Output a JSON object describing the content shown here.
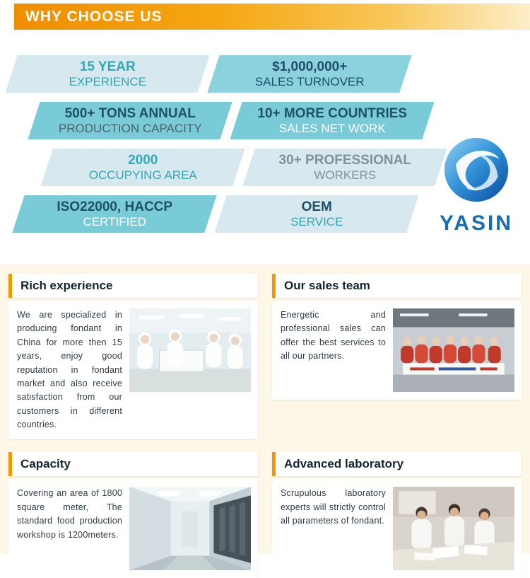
{
  "palette": {
    "orange": "#f39800",
    "teal_light": "#d7e9ef",
    "teal_medium": "#79cbd8",
    "teal_text": "#2fa9b7",
    "navy_text": "#1e4f6b",
    "logo_blue": "#1a6cb0",
    "section_bg": "#fcf7e6"
  },
  "header": {
    "title": "WHY CHOOSE US"
  },
  "features": [
    {
      "line1": "15 YEAR",
      "line2": "EXPERIENCE"
    },
    {
      "line1": "$1,000,000+",
      "line2": "SALES TURNOVER"
    },
    {
      "line1": "500+ TONS ANNUAL",
      "line2": "PRODUCTION CAPACITY"
    },
    {
      "line1": "10+ MORE COUNTRIES",
      "line2": "SALES NET WORK"
    },
    {
      "line1": "2000",
      "line2": "OCCUPYING AREA"
    },
    {
      "line1": "30+ PROFESSIONAL",
      "line2": "WORKERS"
    },
    {
      "line1": "ISO22000,  HACCP",
      "line2": "CERTIFIED"
    },
    {
      "line1": "OEM",
      "line2": "SERVICE"
    }
  ],
  "logo": {
    "name": "YASIN"
  },
  "cards": [
    {
      "title": "Rich experience",
      "text": "We are specialized in producing fondant in China for more then 15 years, enjoy good reputation in fondant market and also receive satisfaction from our customers in different countries.",
      "photo": "factory-workers-photo"
    },
    {
      "title": "Our sales team",
      "text": "Energetic and professional sales can offer the best services to all our partners.",
      "photo": "sales-team-photo"
    },
    {
      "title": "Capacity",
      "text": "Covering an area of 1800 square meter, The standard food production workshop is 1200meters.",
      "photo": "workshop-corridor-photo"
    },
    {
      "title": "Advanced laboratory",
      "text": "Scrupulous laboratory experts will strictly control all parameters of fondant.",
      "photo": "laboratory-photo"
    }
  ]
}
